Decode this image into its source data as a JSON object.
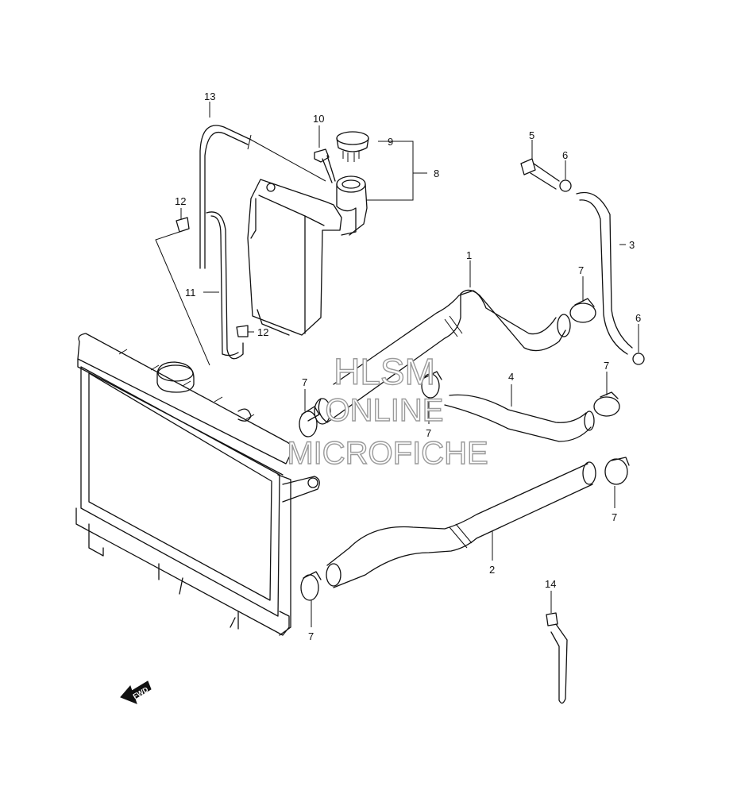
{
  "callouts": {
    "c1": "1",
    "c2": "2",
    "c3": "3",
    "c4": "4",
    "c5": "5",
    "c6a": "6",
    "c6b": "6",
    "c7a": "7",
    "c7b": "7",
    "c7c": "7",
    "c7d": "7",
    "c7e": "7",
    "c7f": "7",
    "c8": "8",
    "c9": "9",
    "c10": "10",
    "c11": "11",
    "c12a": "12",
    "c12b": "12",
    "c13": "13",
    "c14": "14"
  },
  "watermark": {
    "line1": "HLSM",
    "line2": "ONLINE",
    "line3": "MICROFICHE"
  },
  "fwd_label": "FWD"
}
